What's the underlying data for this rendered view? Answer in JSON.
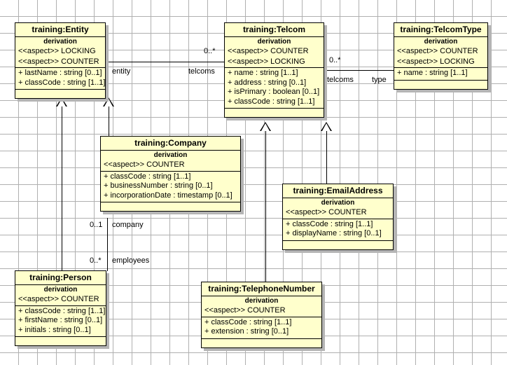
{
  "diagram": {
    "type": "uml-class-diagram",
    "background": "#ffffff",
    "grid_color": "#b0b0b0",
    "class_fill": "#ffffcc",
    "class_border": "#000000",
    "shadow_color": "#b5b5b5"
  },
  "classes": [
    {
      "id": "entity",
      "title": "training:Entity",
      "derivation": "derivation",
      "aspects": [
        "<<aspect>> LOCKING",
        "<<aspect>> COUNTER"
      ],
      "attributes": [
        "+ lastName : string [0..1]",
        "+ classCode : string [1..1]"
      ],
      "operations": []
    },
    {
      "id": "telcom",
      "title": "training:Telcom",
      "derivation": "derivation",
      "aspects": [
        "<<aspect>> COUNTER",
        "<<aspect>> LOCKING"
      ],
      "attributes": [
        "+ name : string [1..1]",
        "+ address : string [0..1]",
        "+ isPrimary : boolean [0..1]",
        "+ classCode : string [1..1]"
      ],
      "operations": []
    },
    {
      "id": "telcomtype",
      "title": "training:TelcomType",
      "derivation": "derivation",
      "aspects": [
        "<<aspect>> COUNTER",
        "<<aspect>> LOCKING"
      ],
      "attributes": [
        "+ name : string [1..1]"
      ],
      "operations": []
    },
    {
      "id": "company",
      "title": "training:Company",
      "derivation": "derivation",
      "aspects": [
        "<<aspect>> COUNTER"
      ],
      "attributes": [
        "+ classCode : string [1..1]",
        "+ businessNumber : string [0..1]",
        "+ incorporationDate : timestamp [0..1]"
      ],
      "operations": []
    },
    {
      "id": "emailaddress",
      "title": "training:EmailAddress",
      "derivation": "derivation",
      "aspects": [
        "<<aspect>> COUNTER"
      ],
      "attributes": [
        "+ classCode : string [1..1]",
        "+ displayName : string [0..1]"
      ],
      "operations": []
    },
    {
      "id": "person",
      "title": "training:Person",
      "derivation": "derivation",
      "aspects": [
        "<<aspect>> COUNTER"
      ],
      "attributes": [
        "+ classCode : string [1..1]",
        "+ firstName : string [0..1]",
        "+ initials : string [0..1]"
      ],
      "operations": []
    },
    {
      "id": "telephonenumber",
      "title": "training:TelephoneNumber",
      "derivation": "derivation",
      "aspects": [
        "<<aspect>> COUNTER"
      ],
      "attributes": [
        "+ classCode : string [1..1]",
        "+ extension : string [0..1]"
      ],
      "operations": []
    }
  ],
  "associations": [
    {
      "id": "entity-telcom",
      "source": "entity",
      "target": "telcom",
      "source_role": "entity",
      "target_role": "telcoms",
      "target_multiplicity": "0..*"
    },
    {
      "id": "telcom-telcomtype",
      "source": "telcom",
      "target": "telcomtype",
      "source_role": "telcoms",
      "target_role": "type",
      "target_multiplicity": "0..*"
    },
    {
      "id": "company-person",
      "source": "company",
      "target": "person",
      "source_role": "company",
      "source_multiplicity": "0..1",
      "target_role": "employees",
      "target_multiplicity": "0..*"
    }
  ],
  "generalizations": [
    {
      "id": "person-entity",
      "subclass": "person",
      "superclass": "entity"
    },
    {
      "id": "company-entity",
      "subclass": "company",
      "superclass": "entity"
    },
    {
      "id": "telephonenumber-telcom",
      "subclass": "telephonenumber",
      "superclass": "telcom"
    },
    {
      "id": "emailaddress-telcom",
      "subclass": "emailaddress",
      "superclass": "telcom"
    }
  ],
  "labels": {
    "entity_role": "entity",
    "telcoms_role_1": "telcoms",
    "telcoms_mult_1": "0..*",
    "telcoms_role_2": "telcoms",
    "telcoms_mult_2": "0..*",
    "type_role": "type",
    "company_role": "company",
    "company_mult": "0..1",
    "employees_role": "employees",
    "employees_mult": "0..*"
  }
}
